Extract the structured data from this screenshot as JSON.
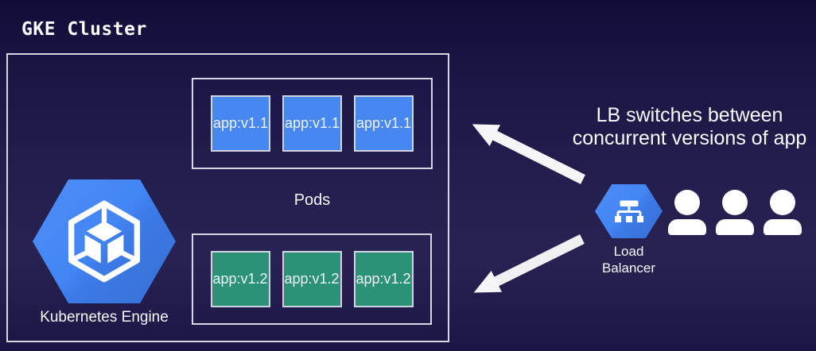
{
  "title": "GKE Cluster",
  "colors": {
    "background_top": "#110d38",
    "background_mid": "#242050",
    "gcp_blue": "#4285f4",
    "pod_blue": "#4687f1",
    "pod_teal": "#2a9277",
    "border_light": "#d6d7e3",
    "arrow_white": "#f5f5f7",
    "text_white": "#f4f4f8"
  },
  "cluster": {
    "engine_label": "Kubernetes Engine",
    "engine_icon": "kubernetes-engine-hexagon-cube-icon",
    "pods_label": "Pods",
    "pod_groups": [
      {
        "version": "v1.1",
        "color": "#4687f1",
        "pods": [
          "app:v1.1",
          "app:v1.1",
          "app:v1.1"
        ]
      },
      {
        "version": "v1.2",
        "color": "#2a9277",
        "pods": [
          "app:v1.2",
          "app:v1.2",
          "app:v1.2"
        ]
      }
    ]
  },
  "annotation": {
    "line1": "LB switches between",
    "line2": "concurrent versions of app"
  },
  "load_balancer": {
    "label": "Load Balancer",
    "icon": "load-balancer-hexagon-tree-icon"
  },
  "users": {
    "count": 3,
    "icon": "person-silhouette-icon"
  },
  "arrows": [
    {
      "name": "lb-to-v1-pods",
      "direction": "up-left"
    },
    {
      "name": "lb-to-v2-pods",
      "direction": "down-left"
    }
  ]
}
